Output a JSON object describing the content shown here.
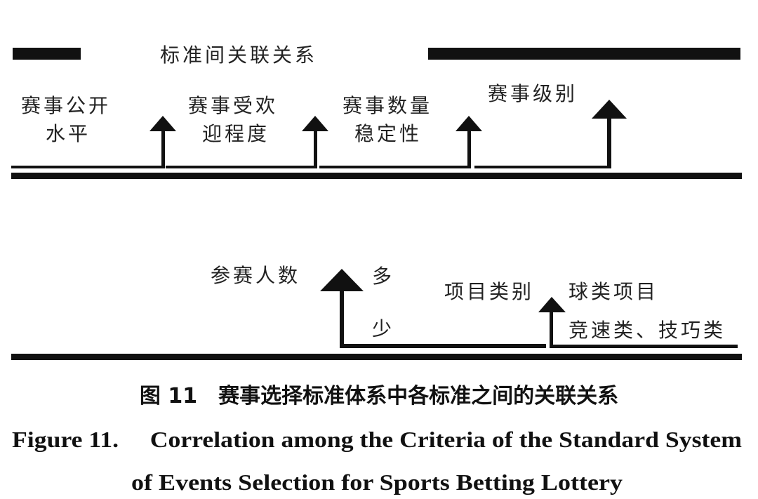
{
  "diagram": {
    "title": "标准间关联关系",
    "top_criteria": [
      {
        "line1": "赛事公开",
        "line2": "水平"
      },
      {
        "line1": "赛事受欢",
        "line2": "迎程度"
      },
      {
        "line1": "赛事数量",
        "line2": "稳定性"
      },
      {
        "line1": "赛事级别"
      }
    ],
    "bottom": {
      "participants_label": "参赛人数",
      "more_label": "多",
      "less_label": "少",
      "category_label": "项目类别",
      "ball_label": "球类项目",
      "speed_skill_label": "竞速类、技巧类"
    }
  },
  "caption": {
    "cn": "图 11　赛事选择标准体系中各标准之间的关联关系",
    "en_line1": "Figure 11.　 Correlation among the Criteria of the Standard System",
    "en_line2": "of Events Selection for Sports Betting Lottery"
  },
  "colors": {
    "ink": "#111111"
  }
}
